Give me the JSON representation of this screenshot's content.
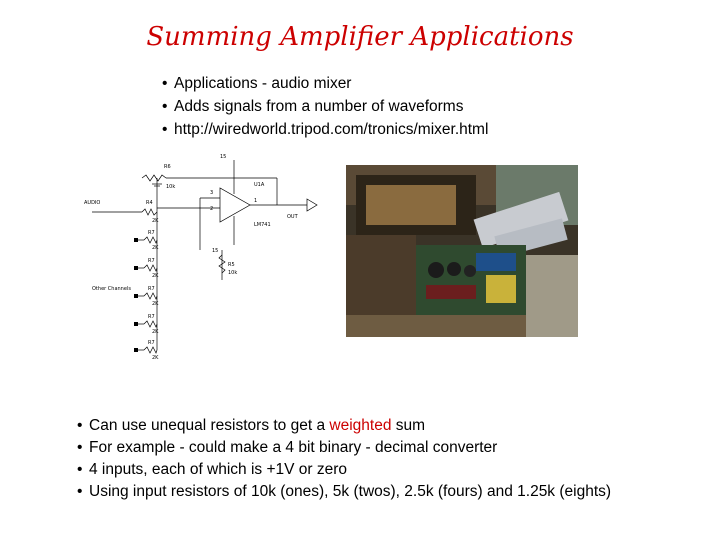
{
  "title": "Summing Amplifier Applications",
  "top_bullets": [
    "Applications - audio mixer",
    "Adds signals from a number of waveforms",
    "http://wiredworld.tripod.com/tronics/mixer.html"
  ],
  "bottom_bullets": {
    "b1_pre": "Can use unequal resistors to get a ",
    "b1_highlight": "weighted",
    "b1_post": " sum",
    "b2": "For example - could make a 4 bit binary - decimal converter",
    "b3": "4 inputs, each of which is +1V or zero",
    "b4": "Using input resistors of 10k (ones), 5k (twos), 2.5k (fours) and 1.25k (eights)"
  },
  "bullet_char": "•",
  "colors": {
    "title": "#cc0000",
    "highlight": "#cc0000",
    "text": "#000000"
  },
  "schematic": {
    "r6": "R6",
    "r6_val": "10k",
    "v15": "15",
    "u1a": "U1A",
    "lm741": "LM741",
    "audio": "AUDIO",
    "r4": "R4",
    "r4_val": "2K",
    "r5": "R5",
    "r5_val": "10k",
    "v_neg": "15",
    "r7": "R7",
    "val_2k": "2K",
    "other": "Other Channels",
    "pin3": "3",
    "pin2": "2",
    "pin1": "1",
    "out": "OUT"
  }
}
